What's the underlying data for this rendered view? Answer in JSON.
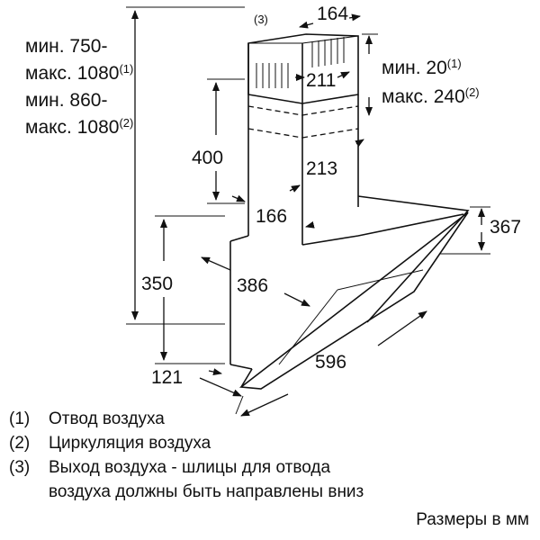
{
  "labels": {
    "footnote_top": "(3)",
    "dim_164": "164",
    "dim_211": "211",
    "dim_213": "213",
    "dim_166": "166",
    "dim_400": "400",
    "dim_350": "350",
    "dim_386": "386",
    "dim_367": "367",
    "dim_596": "596",
    "dim_121": "121",
    "min_20": "мин. 20",
    "min_20_ref": "(1)",
    "max_240": "макс. 240",
    "max_240_ref": "(2)",
    "height_line1": "мин. 750-",
    "height_line2": "макс. 1080",
    "height_line2_ref": "(1)",
    "height_line3": "мин. 860-",
    "height_line4": "макс. 1080",
    "height_line4_ref": "(2)"
  },
  "legend": [
    {
      "marker": "(1)",
      "text": "Отвод воздуха"
    },
    {
      "marker": "(2)",
      "text": "Циркуляция воздуха"
    },
    {
      "marker": "(3)",
      "text": "Выход воздуха - шлицы для отвода"
    },
    {
      "marker": "",
      "text": "воздуха должны быть направлены вниз"
    }
  ],
  "footer": "Размеры в мм"
}
